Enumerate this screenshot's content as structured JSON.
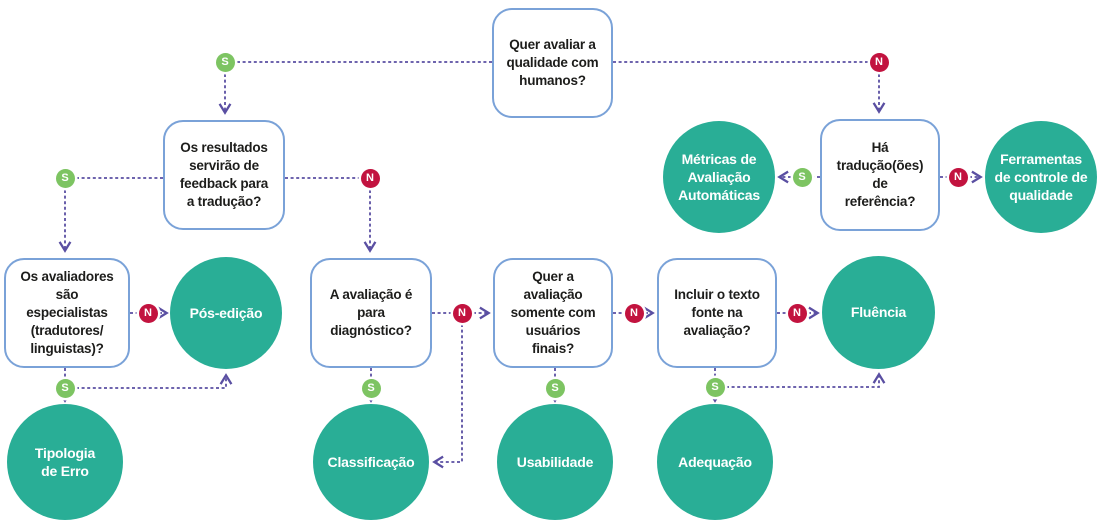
{
  "diagram": {
    "description": "Fluxograma de decisão para avaliação de qualidade de tradução",
    "badge": {
      "yes": "S",
      "no": "N"
    },
    "colors": {
      "outcome_teal": "#29ae96",
      "yes_green": "#7dc462",
      "no_red": "#c2133f",
      "box_border_blue": "#7aa2d8",
      "connector_purple": "#5a4fa2",
      "question_text": "#1d1d1b",
      "outcome_text": "#ffffff"
    },
    "questions": {
      "q1": {
        "label": "Quer avaliar a\nqualidade com\nhumanos?"
      },
      "q2": {
        "label": "Os resultados\nservirão de\nfeedback para\na tradução?"
      },
      "q3": {
        "label": "Os avaliadores\nsão\nespecialistas\n(tradutores/\nlinguistas)?"
      },
      "q4": {
        "label": "A avaliação é\npara\ndiagnóstico?"
      },
      "q5": {
        "label": "Quer a\navaliação\nsomente com\nusuários\nfinais?"
      },
      "q6": {
        "label": "Incluir o texto\nfonte na\navaliação?"
      },
      "q7": {
        "label": "Há\ntradução(ões)\nde\nreferência?"
      }
    },
    "outcomes": {
      "pos_edicao": {
        "label": "Pós-edição"
      },
      "tipologia_de_erro": {
        "label": "Tipologia\nde Erro"
      },
      "classificacao": {
        "label": "Classificação"
      },
      "usabilidade": {
        "label": "Usabilidade"
      },
      "adequacao": {
        "label": "Adequação"
      },
      "fluencia": {
        "label": "Fluência"
      },
      "metricas": {
        "label": "Métricas de\nAvaliação\nAutomáticas"
      },
      "ferramentas": {
        "label": "Ferramentas\nde controle de\nqualidade"
      }
    },
    "edges": [
      {
        "from": "q1",
        "answer": "S",
        "to": "q2"
      },
      {
        "from": "q1",
        "answer": "N",
        "to": "q7"
      },
      {
        "from": "q2",
        "answer": "S",
        "to": "q3"
      },
      {
        "from": "q2",
        "answer": "N",
        "to": "q4"
      },
      {
        "from": "q3",
        "answer": "N",
        "to": "pos_edicao"
      },
      {
        "from": "q3",
        "answer": "S",
        "to": "tipologia_de_erro"
      },
      {
        "from": "q3",
        "answer": "S",
        "to": "pos_edicao"
      },
      {
        "from": "q4",
        "answer": "S",
        "to": "classificacao"
      },
      {
        "from": "q4",
        "answer": "N",
        "to": "q5"
      },
      {
        "from": "q4",
        "answer": "N",
        "to": "classificacao"
      },
      {
        "from": "q5",
        "answer": "S",
        "to": "usabilidade"
      },
      {
        "from": "q5",
        "answer": "N",
        "to": "q6"
      },
      {
        "from": "q6",
        "answer": "S",
        "to": "adequacao"
      },
      {
        "from": "q6",
        "answer": "S",
        "to": "fluencia"
      },
      {
        "from": "q6",
        "answer": "N",
        "to": "fluencia"
      },
      {
        "from": "q7",
        "answer": "S",
        "to": "metricas"
      },
      {
        "from": "q7",
        "answer": "N",
        "to": "ferramentas"
      }
    ]
  }
}
